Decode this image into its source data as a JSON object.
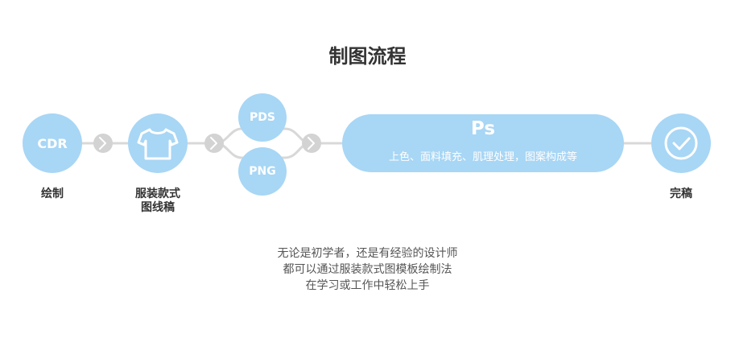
{
  "title": "制图流程",
  "nodes": {
    "cdr": {
      "label": "CDR",
      "caption": "绘制"
    },
    "shirt": {
      "caption_line1": "服装款式",
      "caption_line2": "图线稿"
    },
    "pds": {
      "label": "PDS"
    },
    "png": {
      "label": "PNG"
    },
    "ps": {
      "label": "Ps",
      "subtitle": "上色、面料填充、肌理处理，图案构成等"
    },
    "done": {
      "caption": "完稿"
    }
  },
  "description": [
    "无论是初学者，还是有经验的设计师",
    "都可以通过服装款式图模板绘制法",
    "在学习或工作中轻松上手"
  ],
  "colors": {
    "node_fill": "#a8d6f5",
    "arrow_fill": "#d3d3d3",
    "connector": "#d8d8d8",
    "heading_text": "#333333"
  },
  "icons": [
    "chevron-right-icon",
    "tshirt-icon",
    "check-circle-icon"
  ]
}
